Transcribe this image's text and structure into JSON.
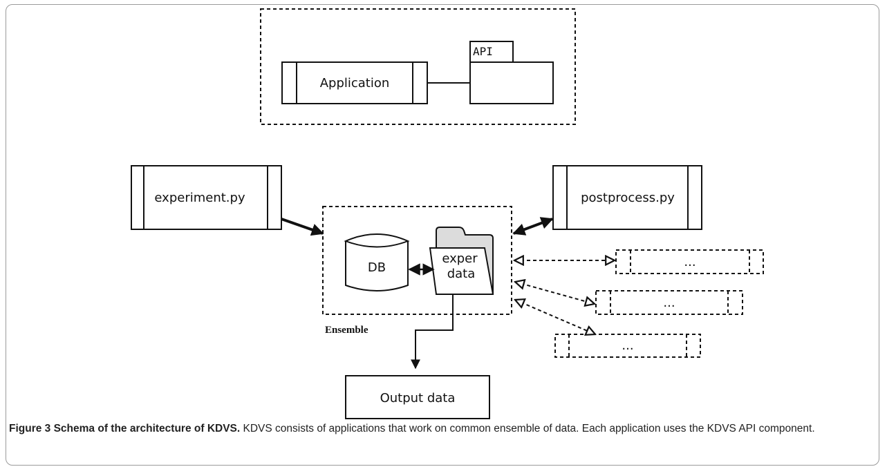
{
  "diagram": {
    "legend": {
      "application_label": "Application",
      "api_label": "API"
    },
    "experiment_label": "experiment.py",
    "postprocess_label": "postprocess.py",
    "db_label": "DB",
    "exper_line1": "exper",
    "exper_line2": "data",
    "ensemble_label": "Ensemble",
    "output_label": "Output data",
    "placeholder_labels": [
      "...",
      "...",
      "..."
    ]
  },
  "caption": {
    "bold": "Figure 3 Schema of the architecture of KDVS.",
    "text": " KDVS consists of applications that work on common ensemble of data. Each application uses the KDVS API component."
  }
}
